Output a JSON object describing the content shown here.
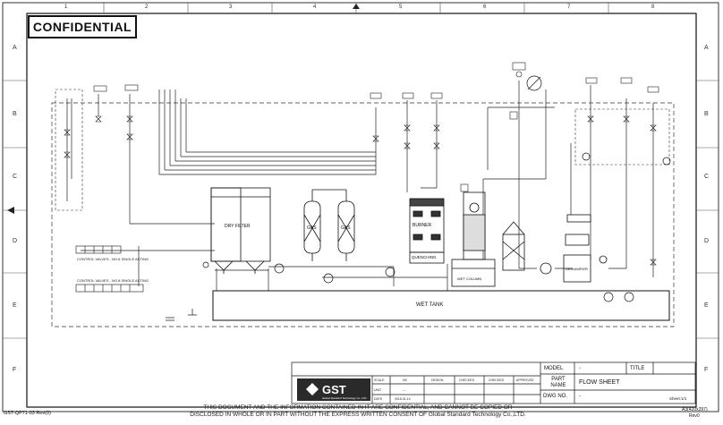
{
  "header": {
    "confidential": "CONFIDENTIAL"
  },
  "grid": {
    "columns": [
      "1",
      "2",
      "3",
      "4",
      "5",
      "6",
      "7",
      "8"
    ],
    "rows": [
      "A",
      "B",
      "C",
      "D",
      "E",
      "F"
    ]
  },
  "equipment": {
    "dry_filter": "DRY FILTER",
    "gas_1": "GAS",
    "gas_2": "GAS",
    "burner": "BURNER",
    "quenching": "QUENCHING",
    "wet_column": "WET COLUMN",
    "dehumifier": "DEHUMIFIER",
    "wet_tank": "WET TANK"
  },
  "valve_labels": {
    "control_valves_single": "CONTROL VALVES - NO.6 SINGLE ACTING",
    "control_valves_double": "CONTROL VALVES - NO.8 SINGLE ACTING"
  },
  "disclaimer": {
    "line1": "THIS DOCUMENT AND THE INFORMATION CONTAINED IN IT ARE CONFIDENTIAL, AND CANNOT BE COPIED OR",
    "line2": "DISCLOSED IN WHOLE OR IN PART WITHOUT THE EXPRESS WRITTEN CONSENT OF Global Standard Technology Co.,LTD."
  },
  "footer": {
    "doc_code": "GST-QP71-03 Rev(0)",
    "sheet_size": "A3(420x297)",
    "rev": "Rev0"
  },
  "title_block": {
    "logo": "GST",
    "company": "Global Standard Technology Co.,LTD.",
    "scale_label": "SCALE",
    "unit_label": "UNIT",
    "date_label": "DATE",
    "scale_value": "NS",
    "unit_value": "---",
    "date_value": "2016.01.14",
    "design_label": "DESIGN",
    "checked_label_1": "CHECKED",
    "checked_label_2": "CHECKED",
    "approved_label": "APPROVED",
    "model_label": "MODEL",
    "model_value": "-",
    "title_label": "TITLE",
    "part_name_label": "PART NAME",
    "part_name_value": "FLOW SHEET",
    "dwg_no_label": "DWG NO.",
    "dwg_no_value": "-",
    "sheet": "Sheet:1/1"
  }
}
